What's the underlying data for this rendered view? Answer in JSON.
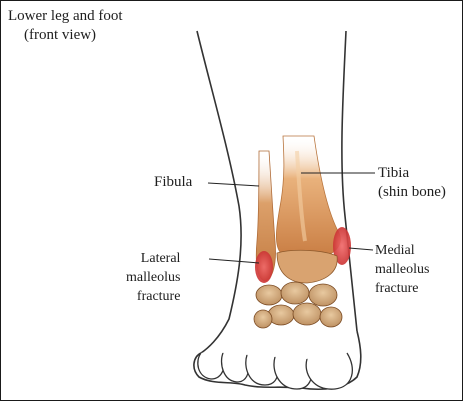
{
  "diagram": {
    "title": {
      "line1": "Lower leg and foot",
      "line2": "(front view)"
    },
    "labels": {
      "fibula": "Fibula",
      "tibia": {
        "line1": "Tibia",
        "line2": "(shin bone)"
      },
      "lateral": {
        "line1": "Lateral",
        "line2": "malleolus",
        "line3": "fracture"
      },
      "medial": {
        "line1": "Medial",
        "line2": "malleolus",
        "line3": "fracture"
      }
    },
    "colors": {
      "bone": "#c8824a",
      "bone_light": "#e8b888",
      "fracture": "#d23c3c",
      "foot_bones": "#b07040",
      "outline": "#333333",
      "text": "#1e1e1e"
    }
  }
}
